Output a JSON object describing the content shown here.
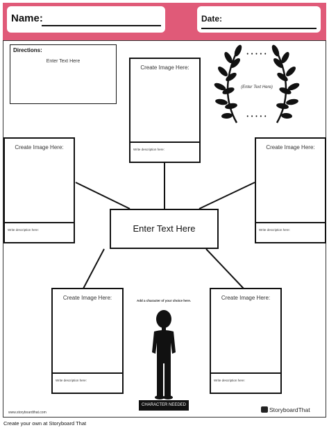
{
  "header": {
    "name_label": "Name:",
    "date_label": "Date:"
  },
  "directions": {
    "title": "Directions:",
    "placeholder": "Enter Text Here"
  },
  "award": {
    "dots_top": "• • • • •",
    "text": "(Enter Text Here)",
    "dots_bottom": "• • • • •"
  },
  "center": {
    "text": "Enter Text Here"
  },
  "cells": {
    "top": {
      "title": "Create Image Here:",
      "desc": "Write description here:"
    },
    "left": {
      "title": "Create Image Here:",
      "desc": "Write description here:"
    },
    "right": {
      "title": "Create Image Here:",
      "desc": "Write description here:"
    },
    "bottom_left": {
      "title": "Create Image Here:",
      "desc": "Write description here:"
    },
    "bottom_right": {
      "title": "Create Image Here:",
      "desc": "Write description here:"
    }
  },
  "character": {
    "label": "Add a character of your choice here.",
    "badge": "CHARACTER NEEDED"
  },
  "footer": {
    "url": "www.storyboardthat.com",
    "brand": "StoryboardThat",
    "cta": "Create your own at Storyboard That"
  },
  "colors": {
    "header_band": "#e05a78"
  }
}
